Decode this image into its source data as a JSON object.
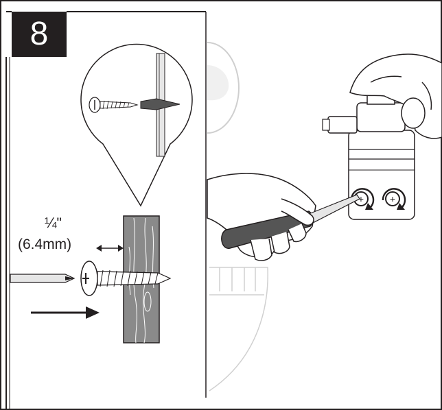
{
  "step": {
    "number": "8"
  },
  "dimension": {
    "fraction": "¼\"",
    "metric": "(6.4mm)"
  },
  "colors": {
    "ink": "#231f20",
    "wood": "#8a8a8a",
    "metal": "#bdbdbd",
    "light": "#e6e6e6"
  },
  "icons": [
    "screw-icon",
    "wall-anchor-icon",
    "screwdriver-icon",
    "rotate-arrow-icon",
    "hand-icon"
  ]
}
